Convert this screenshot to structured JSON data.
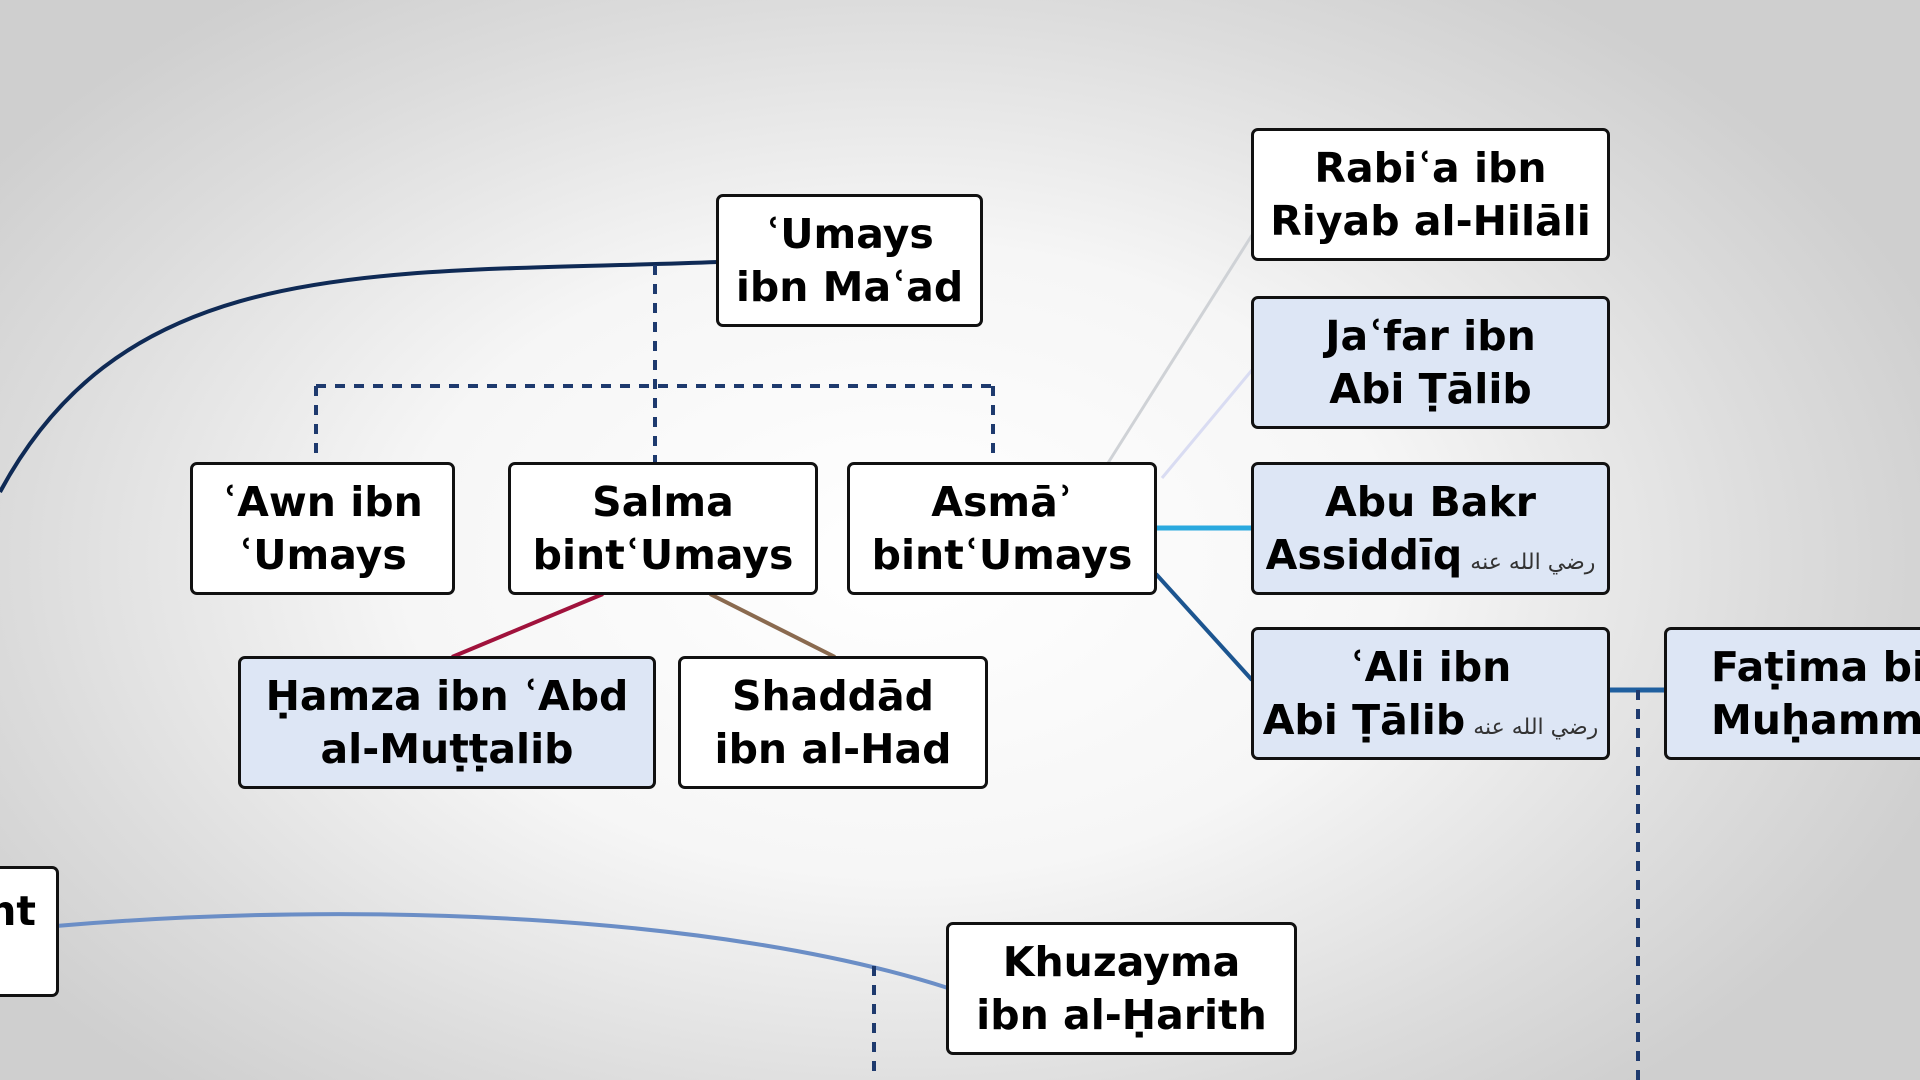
{
  "nodes": {
    "umays": {
      "line1": "ʿUmays",
      "line2": "ibn Maʿad"
    },
    "awn": {
      "line1": "ʿAwn ibn",
      "line2": "ʿUmays"
    },
    "salma": {
      "line1": "Salma",
      "line2": "bintʿUmays"
    },
    "asma": {
      "line1": "Asmāʾ",
      "line2": "bintʿUmays"
    },
    "hamza": {
      "line1": "Ḥamza ibn ʿAbd",
      "line2": "al-Muṭṭalib"
    },
    "shaddad": {
      "line1": "Shaddād",
      "line2": "ibn al-Had"
    },
    "rabia": {
      "line1": "Rabiʿa ibn",
      "line2": "Riyab al-Hilāli"
    },
    "jafar": {
      "line1": "Jaʿfar ibn",
      "line2": "Abi Ṭālib"
    },
    "abubakr": {
      "line1": "Abu Bakr",
      "line2": "Assiddīq",
      "honorific": "رضي الله عنه"
    },
    "ali": {
      "line1": "ʿAli ibn",
      "line2": "Abi Ṭālib",
      "honorific": "رضي الله عنه"
    },
    "fatima": {
      "line1": "Faṭima bi",
      "line2": "Muḥamm"
    },
    "left_partial": {
      "line1": "nt"
    },
    "khuzayma": {
      "line1": "Khuzayma",
      "line2": "ibn al-Ḥarith"
    }
  },
  "colors": {
    "dark_navy": "#0f2a55",
    "dashed_navy": "#1e3a6e",
    "crimson": "#a0123c",
    "brown": "#8a6a4f",
    "light_gray": "#cfd2d6",
    "lavender": "#d9dcf2",
    "cyan": "#2aa9df",
    "steel_blue": "#1c5590",
    "medium_blue": "#1f5f9f",
    "soft_blue": "#6b8ec6",
    "node_highlight": "#dde6f5"
  }
}
